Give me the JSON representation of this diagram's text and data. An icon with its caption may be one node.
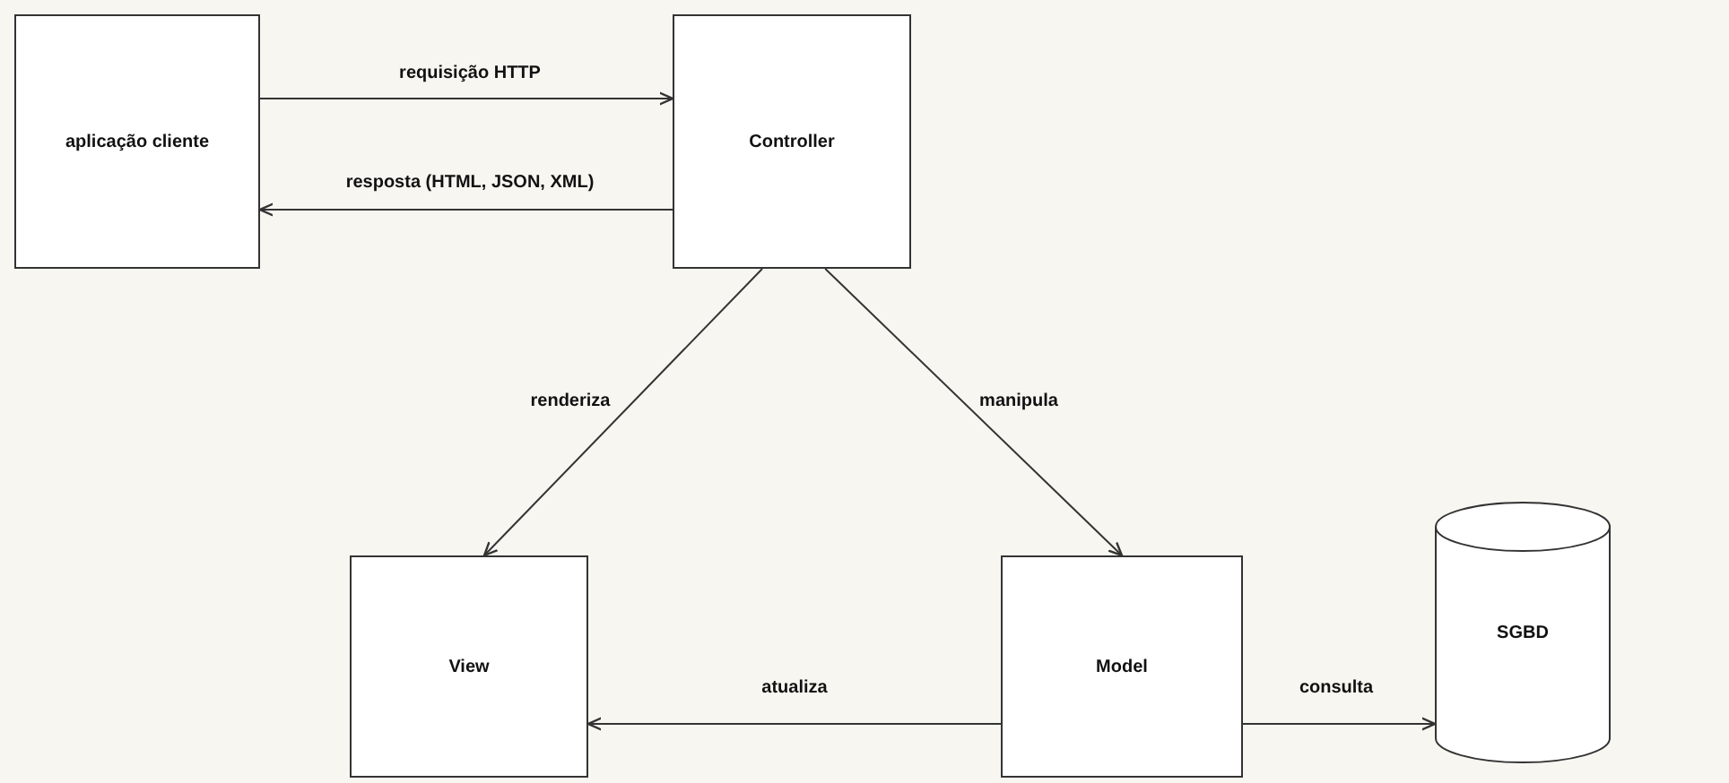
{
  "diagram": {
    "nodes": [
      {
        "text": [
          "aplicação cliente"
        ]
      },
      {
        "text": [
          "Controller"
        ]
      },
      {
        "text": [
          "View"
        ]
      },
      {
        "text": [
          "Model"
        ]
      },
      {
        "text": [
          "SGBD"
        ]
      }
    ],
    "edges": [
      {
        "from": 0,
        "to": 1,
        "arrow": "to",
        "label": "requisição HTTP"
      },
      {
        "from": 1,
        "to": 0,
        "arrow": "to",
        "label": "resposta (HTML, JSON, XML)"
      },
      {
        "from": 1,
        "to": 2,
        "arrow": "to",
        "label": "renderiza"
      },
      {
        "from": 1,
        "to": 3,
        "arrow": "to",
        "label": "manipula"
      },
      {
        "from": 3,
        "to": 2,
        "arrow": "to",
        "label": "atualiza"
      },
      {
        "from": 3,
        "to": 4,
        "arrow": "to",
        "label": "consulta"
      }
    ]
  }
}
